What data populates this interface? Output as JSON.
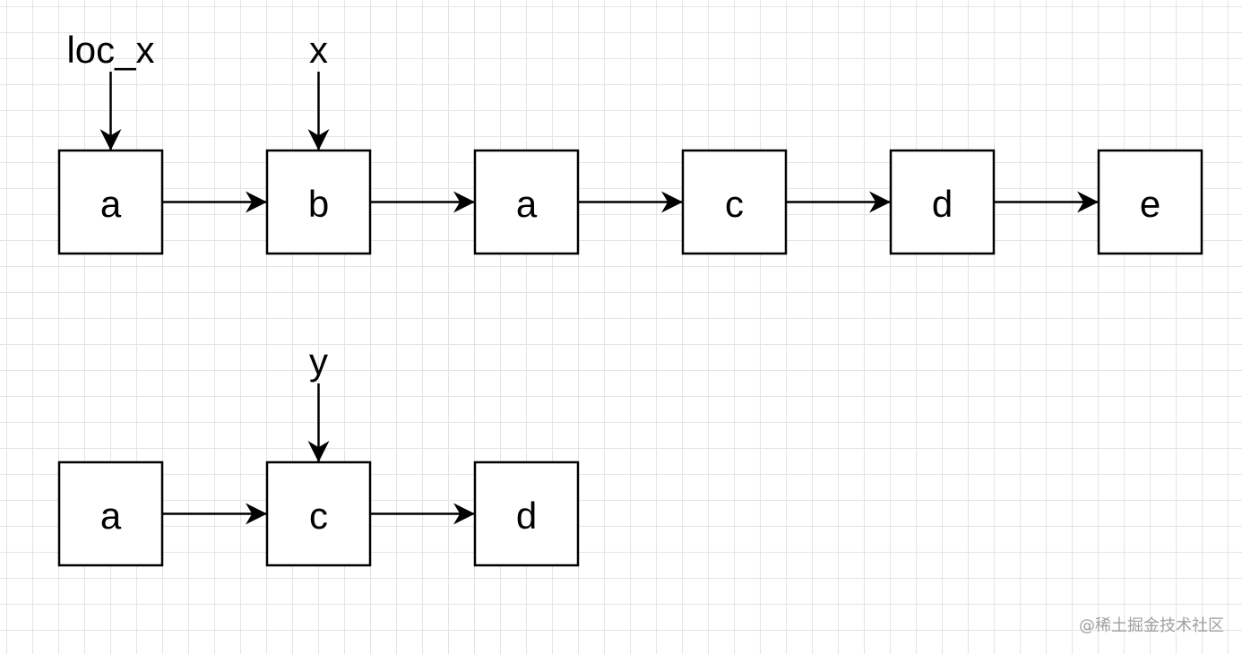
{
  "watermark": "@稀土掘金技术社区",
  "colors": {
    "stroke": "#000000",
    "grid": "#e4e4e4",
    "background": "#ffffff",
    "watermark": "#a0a0a0"
  },
  "list1": {
    "nodes": [
      "a",
      "b",
      "a",
      "c",
      "d",
      "e"
    ],
    "pointers": [
      {
        "label": "loc_x",
        "node_index": 0
      },
      {
        "label": "x",
        "node_index": 1
      }
    ]
  },
  "list2": {
    "nodes": [
      "a",
      "c",
      "d"
    ],
    "pointers": [
      {
        "label": "y",
        "node_index": 1
      }
    ]
  }
}
